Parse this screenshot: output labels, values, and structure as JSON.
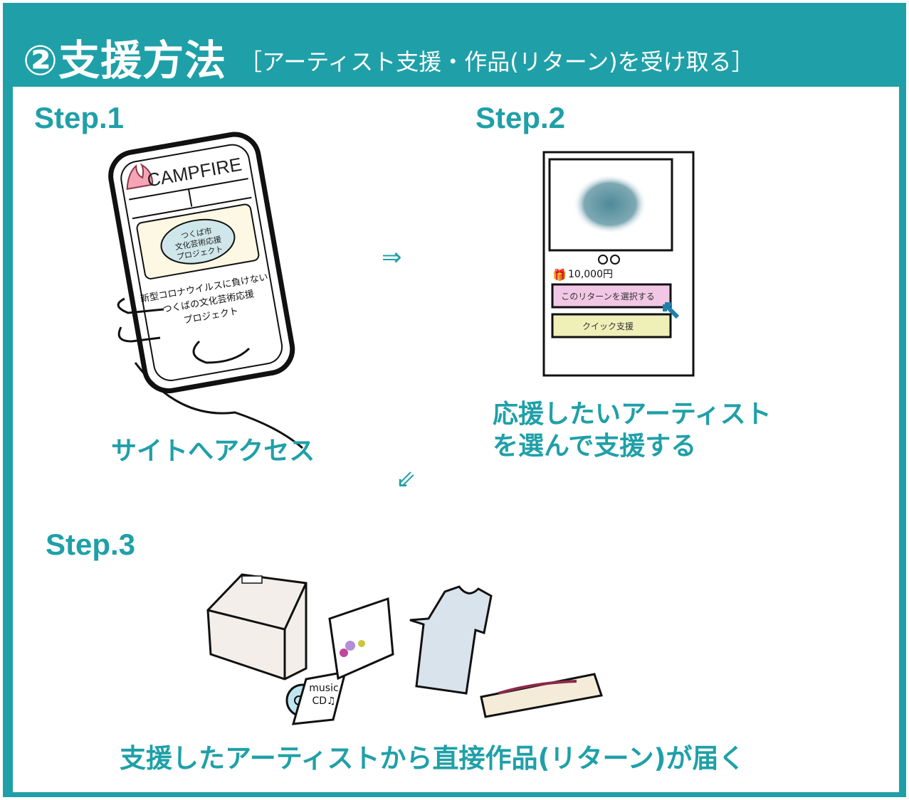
{
  "header": {
    "title": "②支援方法",
    "subtitle": "［アーティスト支援・作品(リターン)を受け取る］"
  },
  "colors": {
    "accent": "#1fa0a8",
    "background": "#ffffff"
  },
  "steps": [
    {
      "label": "Step.1",
      "caption": "サイトへアクセス",
      "illustration": {
        "type": "hand-holding-smartphone",
        "logo_text": "CAMPFIRE",
        "banner_text": "つくば市 文化芸術応援 プロジェクト",
        "body_text": "新型コロナウイルスに負けない! つくばの文化芸術応援 プロジェクト"
      }
    },
    {
      "label": "Step.2",
      "caption_line1": "応援したいアーティスト",
      "caption_line2": "を選んで支援する",
      "illustration": {
        "type": "phone-screen",
        "price": "10,000円",
        "select_button": "このリターンを選択する",
        "quick_button": "クイック支援"
      }
    },
    {
      "label": "Step.3",
      "caption": "支援したアーティストから直接作品(リターン)が届く",
      "illustration": {
        "type": "return-items",
        "items": [
          "box",
          "music-cd",
          "photo-frame",
          "t-shirt",
          "gift-box"
        ],
        "cd_text_1": "music",
        "cd_text_2": "CD♫"
      }
    }
  ],
  "arrows": {
    "right": "⇒",
    "down_left": "⇙"
  }
}
